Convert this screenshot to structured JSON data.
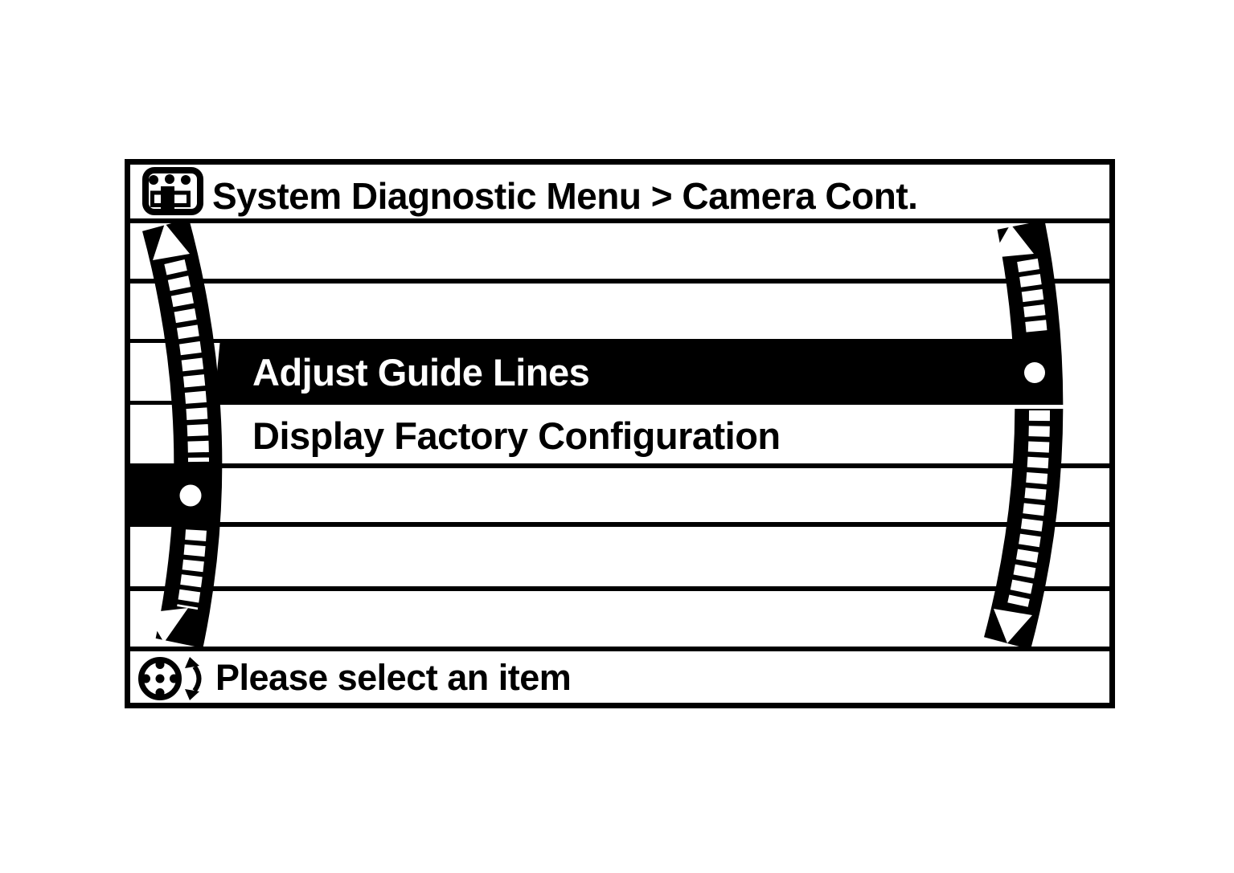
{
  "header": {
    "title": "System Diagnostic Menu > Camera Cont.",
    "icon": "control-panel-icon"
  },
  "menu": {
    "items": [
      {
        "label": "Adjust Guide Lines",
        "selected": true
      },
      {
        "label": "Display Factory Configuration",
        "selected": false
      }
    ],
    "visible_empty_rows": 5
  },
  "scrollbars": {
    "left": {
      "up_arrow": true,
      "down_arrow": true,
      "cursor_dot": true
    },
    "right": {
      "up_arrow": true,
      "down_arrow": true,
      "cursor_dot": true
    }
  },
  "footer": {
    "message": "Please select an item",
    "icons": [
      "joystick-dpad-icon",
      "flick-updown-arrow-icon"
    ]
  },
  "colors": {
    "foreground": "#000000",
    "background": "#ffffff"
  }
}
